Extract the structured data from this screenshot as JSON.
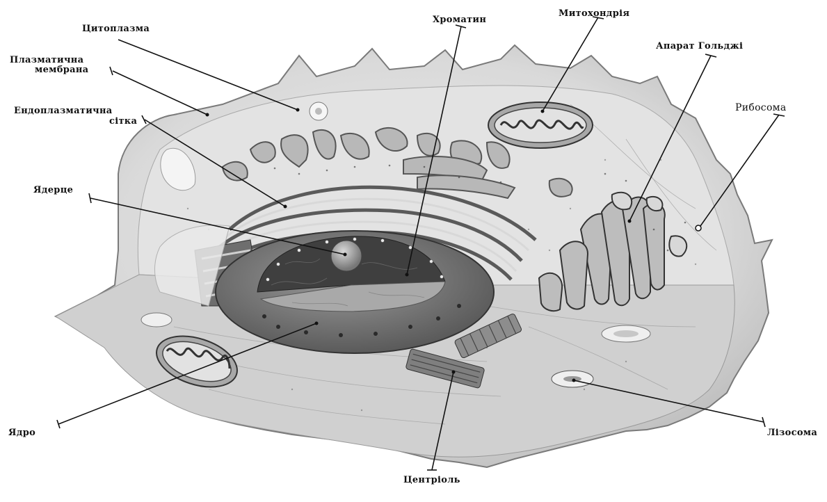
{
  "labels": {
    "cytoplasm": "Цитоплазма",
    "plasma_membrane_1": "Плазматична",
    "plasma_membrane_2": "мембрана",
    "er_1": "Ендоплазматична",
    "er_2": "сітка",
    "nucleolus": "Ядерце",
    "nucleus": "Ядро",
    "chromatin": "Хроматин",
    "mitochondrion": "Митохондрія",
    "golgi": "Апарат Гольджі",
    "ribosome": "Рибосома",
    "lysosome": "Лізосома",
    "centriole": "Центріоль"
  }
}
